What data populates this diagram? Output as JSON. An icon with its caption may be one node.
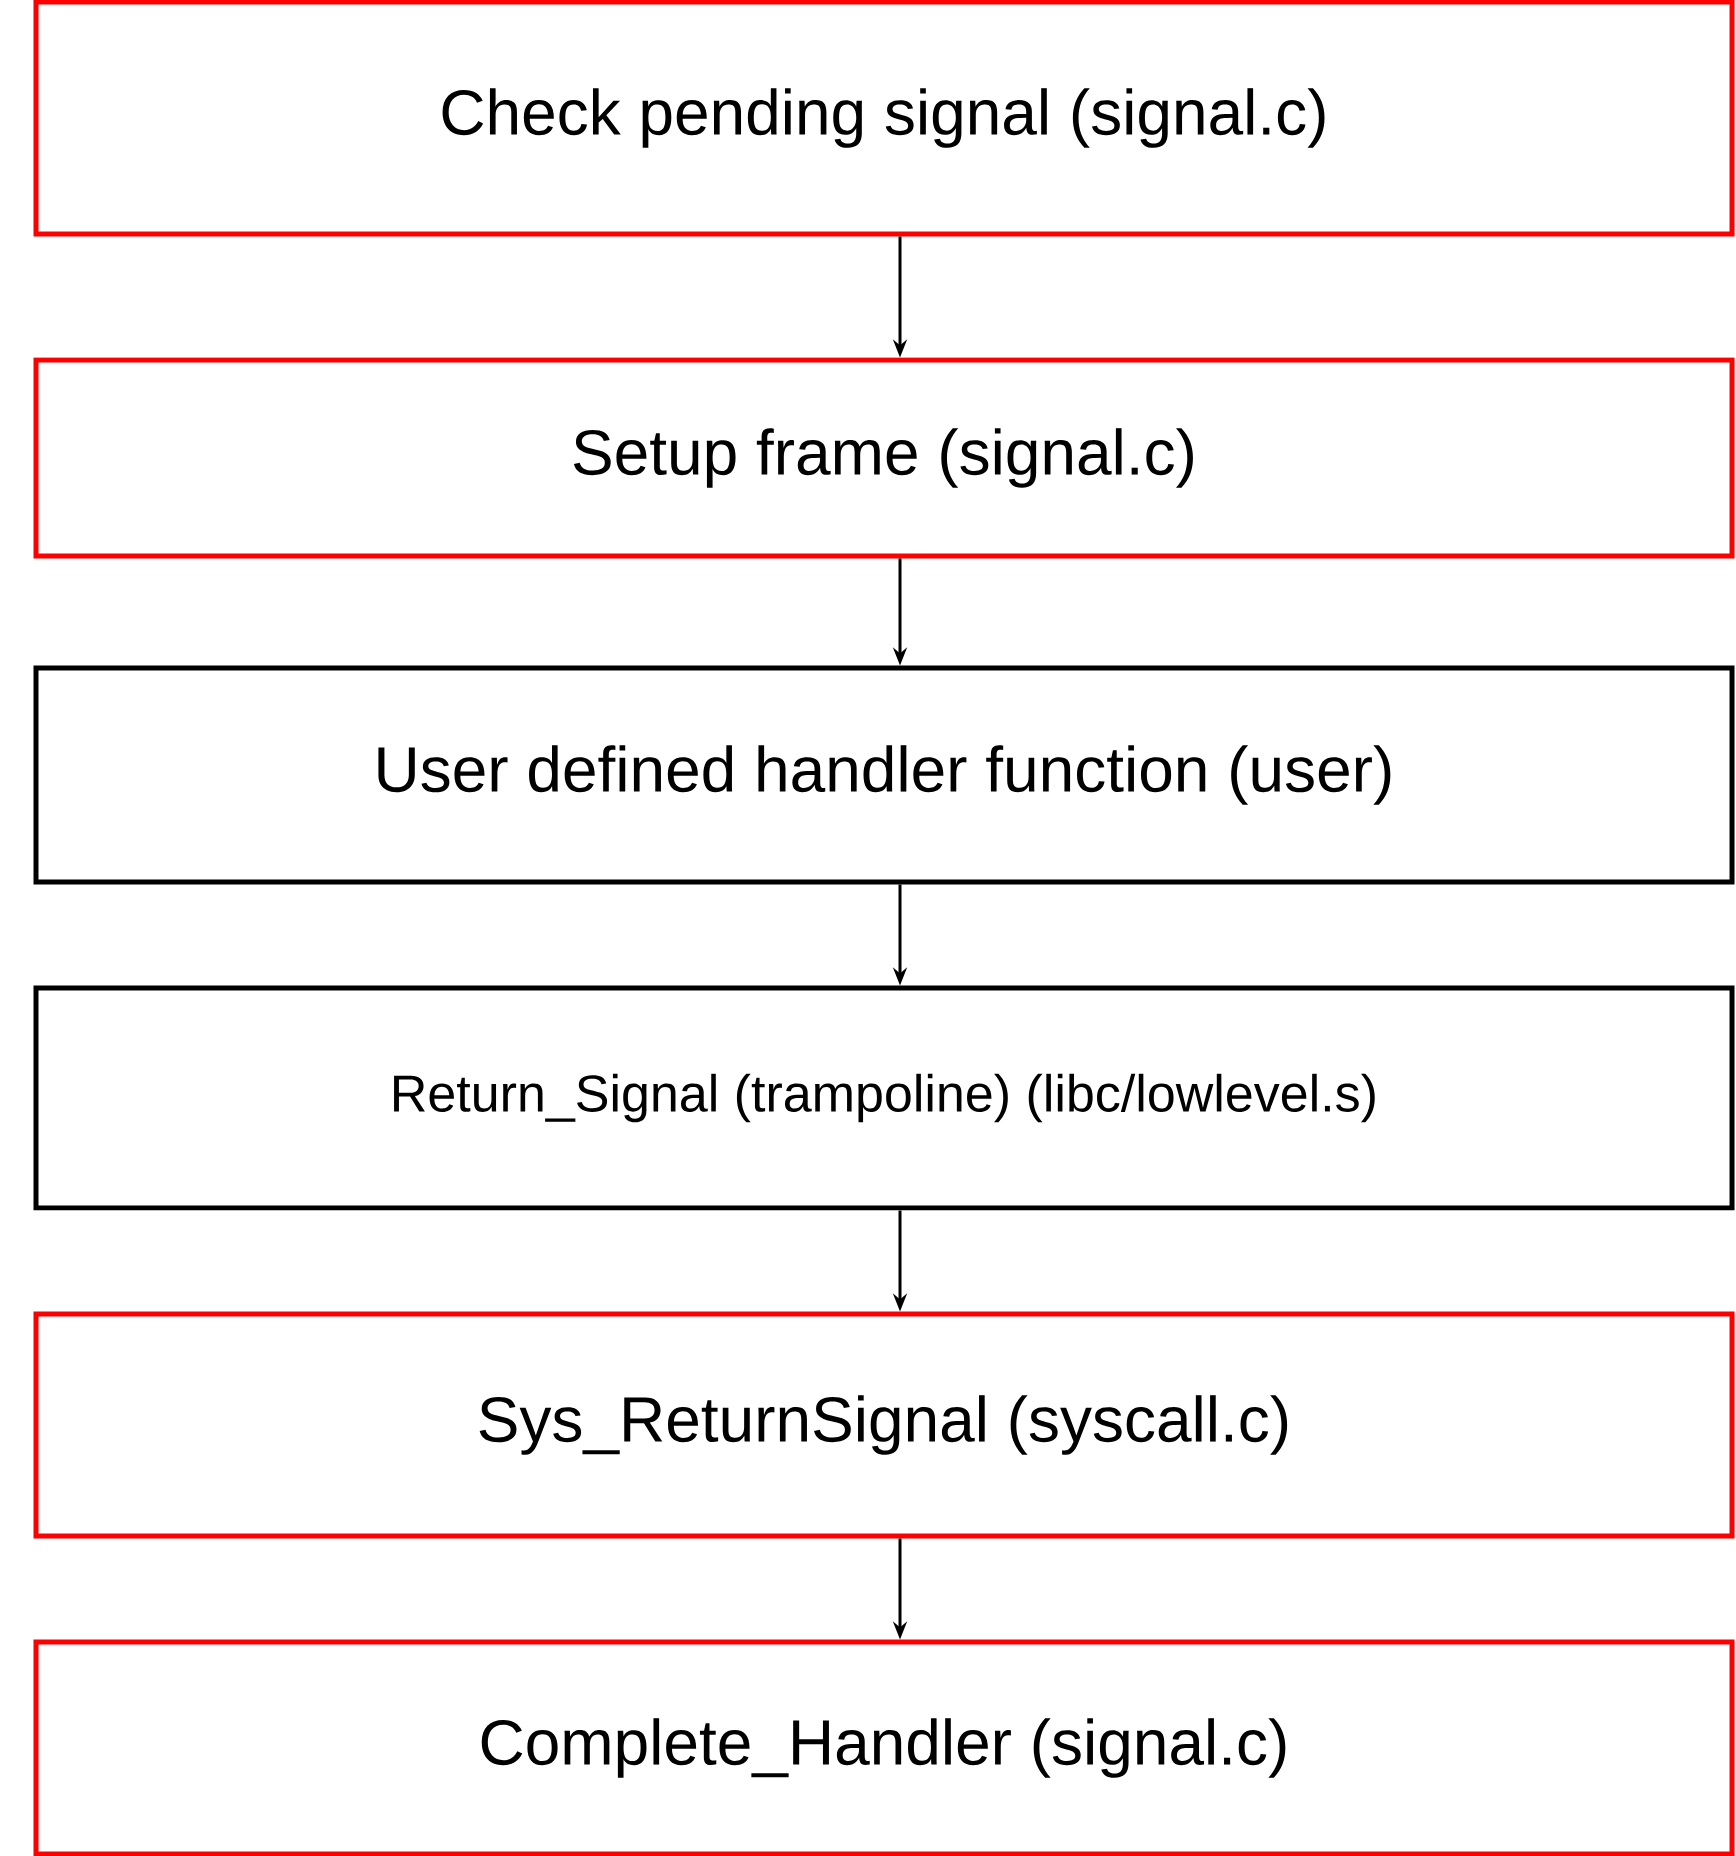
{
  "diagram": {
    "nodes": [
      {
        "text": [
          "Check pending signal (signal.c)"
        ]
      },
      {
        "text": [
          "Setup frame (signal.c)"
        ]
      },
      {
        "text": [
          "User defined handler function (user)"
        ]
      },
      {
        "text": [
          "Return_Signal (trampoline) (libc/lowlevel.s)"
        ]
      },
      {
        "text": [
          "Sys_ReturnSignal (syscall.c)"
        ]
      },
      {
        "text": [
          "Complete_Handler (signal.c)"
        ]
      }
    ],
    "edges": [
      {
        "from": 0,
        "to": 1,
        "arrow": "to"
      },
      {
        "from": 1,
        "to": 2,
        "arrow": "to"
      },
      {
        "from": 2,
        "to": 3,
        "arrow": "to"
      },
      {
        "from": 3,
        "to": 4,
        "arrow": "to"
      },
      {
        "from": 4,
        "to": 5,
        "arrow": "to"
      }
    ]
  }
}
